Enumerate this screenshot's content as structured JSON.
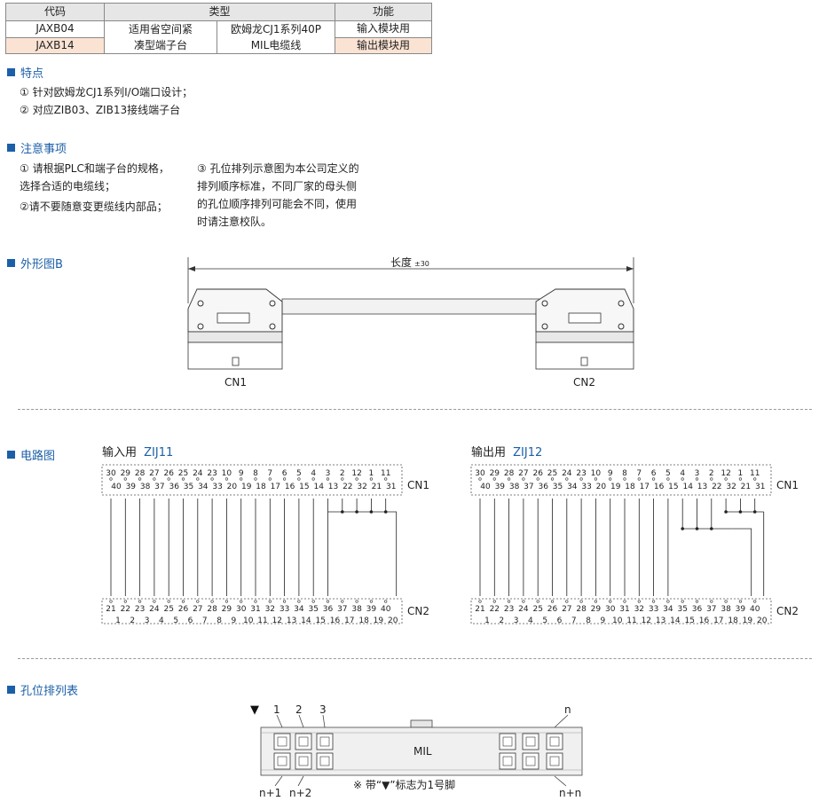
{
  "table": {
    "headers": [
      "代码",
      "类型",
      "功能"
    ],
    "rows": [
      {
        "code": "JAXB04",
        "func": "输入模块用"
      },
      {
        "code": "JAXB14",
        "func": "输出模块用"
      }
    ],
    "type1_line1": "适用省空间紧",
    "type1_line2": "凑型端子台",
    "type2_line1": "欧姆龙CJ1系列40P",
    "type2_line2": "MIL电缆线"
  },
  "features": {
    "title": "特点",
    "items": [
      "① 针对欧姆龙CJ1系列I/O端口设计；",
      "② 对应ZIB03、ZIB13接线端子台"
    ]
  },
  "notes": {
    "title": "注意事项",
    "col1": [
      "① 请根据PLC和端子台的规格，",
      "选择合适的电缆线；",
      "②请不要随意变更缆线内部品；"
    ],
    "col2": [
      "③ 孔位排列示意图为本公司定义的",
      "排列顺序标准，不同厂家的母头侧",
      "的孔位顺序排列可能会不同，使用",
      "时请注意校队。"
    ]
  },
  "outline": {
    "title": "外形图B",
    "length_label": "长度",
    "tolerance": "±30",
    "cn1": "CN1",
    "cn2": "CN2"
  },
  "circuit": {
    "title": "电路图",
    "left": {
      "prefix": "输入用",
      "model": "ZIJ11"
    },
    "right": {
      "prefix": "输出用",
      "model": "ZIJ12"
    },
    "cn1": "CN1",
    "cn2": "CN2",
    "cn1_top_row": [
      "30",
      "29",
      "28",
      "27",
      "26",
      "25",
      "24",
      "23",
      "10",
      "9",
      "8",
      "7",
      "6",
      "5",
      "4",
      "3",
      "2",
      "12",
      "1",
      "11"
    ],
    "cn1_bottom_row": [
      "40",
      "39",
      "38",
      "37",
      "36",
      "35",
      "34",
      "33",
      "20",
      "19",
      "18",
      "17",
      "16",
      "15",
      "14",
      "13",
      "22",
      "32",
      "21",
      "31"
    ],
    "cn2_top_row": [
      "21",
      "22",
      "23",
      "24",
      "25",
      "26",
      "27",
      "28",
      "29",
      "30",
      "31",
      "32",
      "33",
      "34",
      "35",
      "36",
      "37",
      "38",
      "39",
      "40"
    ],
    "cn2_bottom_row": [
      "1",
      "2",
      "3",
      "4",
      "5",
      "6",
      "7",
      "8",
      "9",
      "10",
      "11",
      "12",
      "13",
      "14",
      "15",
      "16",
      "17",
      "18",
      "19",
      "20"
    ]
  },
  "pinout": {
    "title": "孔位排列表",
    "triangle": "▼",
    "labels_top": [
      "1",
      "2",
      "3"
    ],
    "label_n": "n",
    "label_n1": "n+1",
    "label_n2": "n+2",
    "label_nn": "n+n",
    "center": "MIL",
    "note": "※ 带“▼”标志为1号脚"
  }
}
